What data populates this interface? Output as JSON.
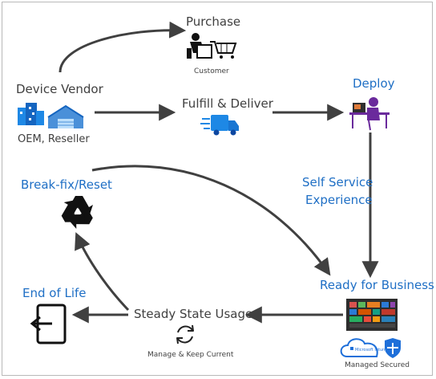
{
  "nodes": {
    "purchase": {
      "title": "Purchase",
      "caption": "Customer"
    },
    "device_vendor": {
      "title": "Device Vendor",
      "caption": "OEM, Reseller"
    },
    "fulfill": {
      "title": "Fulfill & Deliver"
    },
    "deploy": {
      "title": "Deploy"
    },
    "self_service": {
      "line1": "Self Service",
      "line2": "Experience"
    },
    "break_fix": {
      "title": "Break-fix/Reset"
    },
    "ready": {
      "title": "Ready for Business",
      "caption": "Managed Secured",
      "intune_text": "Microsoft Intune"
    },
    "steady": {
      "title": "Steady State Usage",
      "caption": "Manage & Keep Current"
    },
    "end_of_life": {
      "title": "End of Life"
    }
  },
  "icons": [
    "customer-cart-icon",
    "building-icon",
    "warehouse-icon",
    "delivery-truck-icon",
    "user-at-desk-icon",
    "recycle-icon",
    "windows-start-screen-icon",
    "cloud-intune-icon",
    "shield-icon",
    "refresh-icon",
    "exit-door-icon"
  ],
  "colors": {
    "blue_label": "#1f6fc5",
    "dark_text": "#404040",
    "arrow": "#404040",
    "vendor_blue": "#1e88e5",
    "deploy_purple": "#6a2a9c"
  }
}
